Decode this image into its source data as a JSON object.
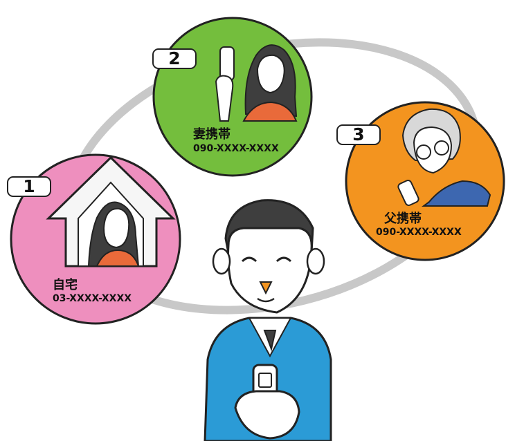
{
  "contacts": [
    {
      "order": "1",
      "name": "自宅",
      "phone": "03-XXXX-XXXX",
      "color": "#ee8fbe"
    },
    {
      "order": "2",
      "name": "妻携帯",
      "phone": "090-XXXX-XXXX",
      "color": "#74be3d"
    },
    {
      "order": "3",
      "name": "父携帯",
      "phone": "090-XXXX-XXXX",
      "color": "#f3941f"
    }
  ],
  "colors": {
    "loop": "#c8c8c8",
    "outline": "#222222",
    "suit": "#2b9bd6",
    "hair": "#3e3e3e",
    "skin": "#ffffff"
  },
  "icons": [
    "house-icon",
    "mobile-phone-icon",
    "speed-dial-badge"
  ]
}
